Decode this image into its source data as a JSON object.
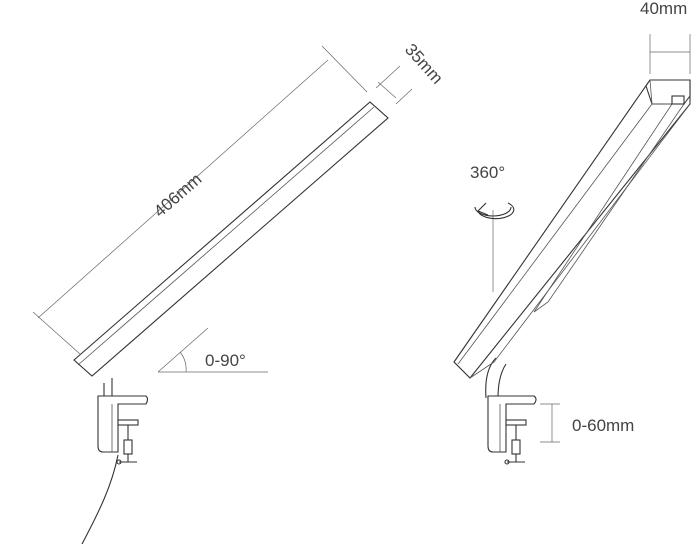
{
  "dimensions": {
    "length": "406mm",
    "width_side": "35mm",
    "width_top": "40mm",
    "tilt_angle": "0-90°",
    "rotation": "360°",
    "clamp_range": "0-60mm"
  }
}
